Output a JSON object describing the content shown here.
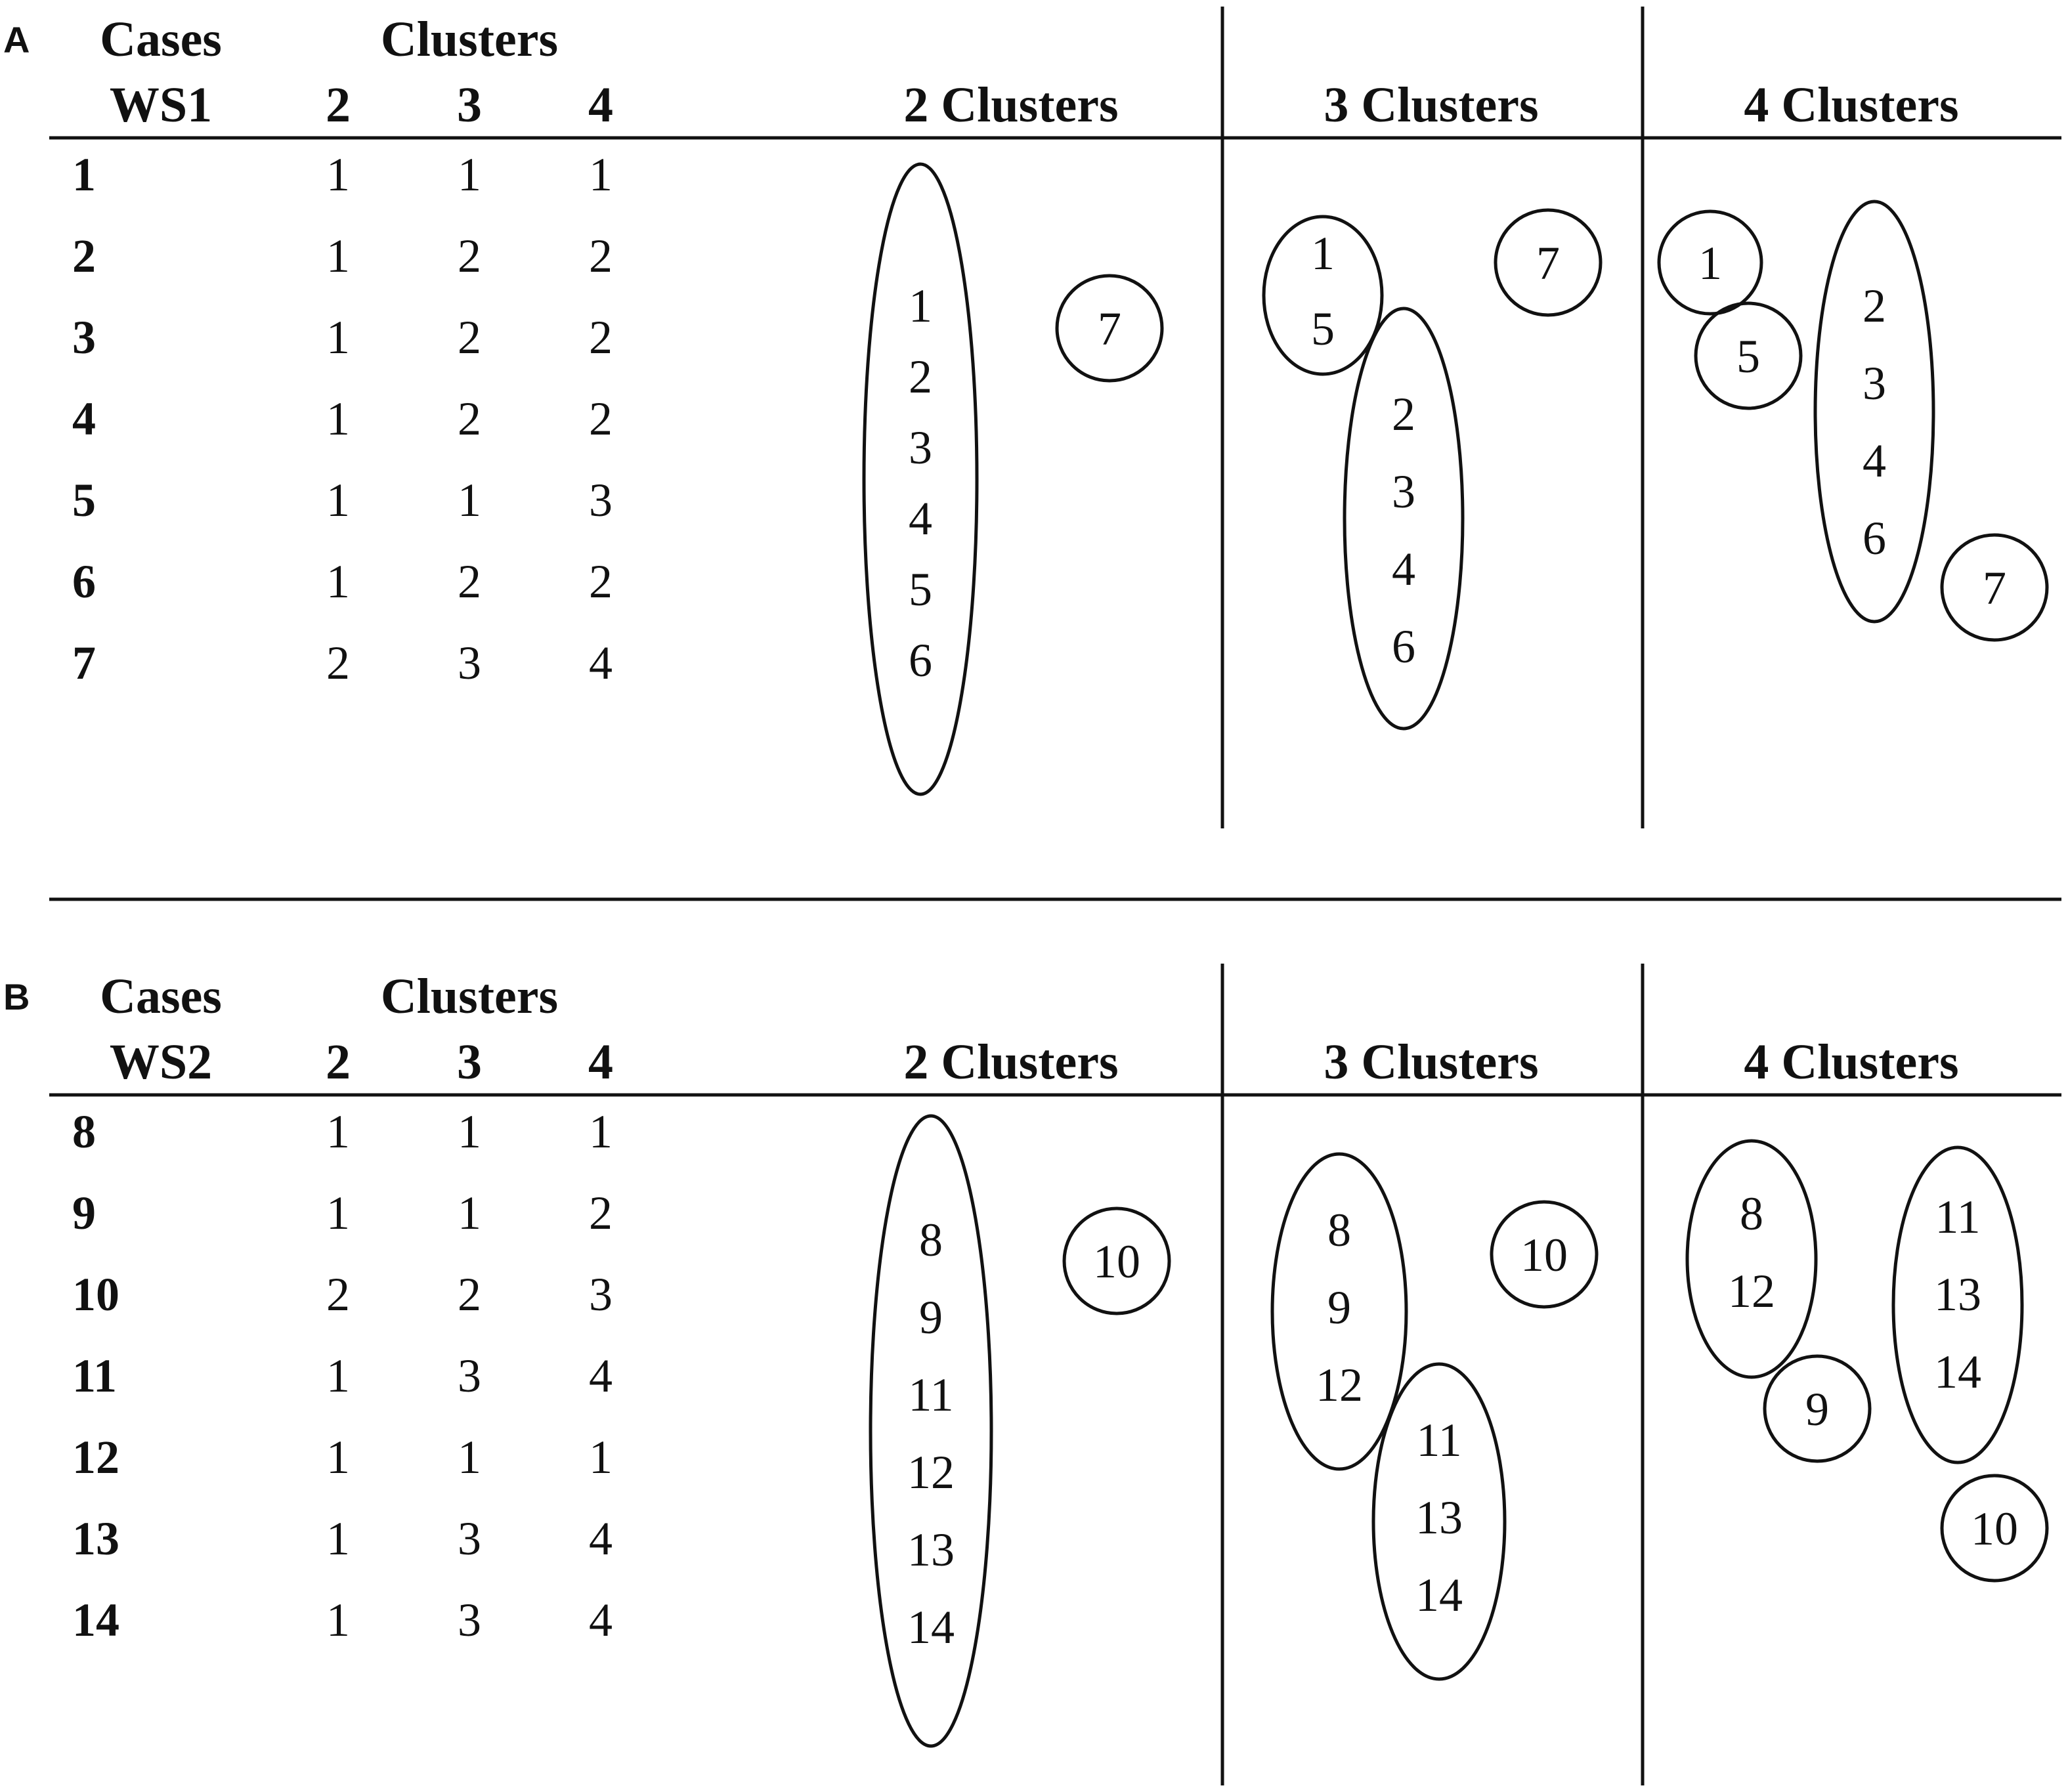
{
  "panels": [
    {
      "letter": "A",
      "cases_label": "Cases",
      "ws_label": "WS1",
      "clusters_label": "Clusters",
      "cluster_cols": [
        "2",
        "3",
        "4"
      ],
      "diagram_titles": [
        "2 Clusters",
        "3 Clusters",
        "4 Clusters"
      ],
      "rows": [
        {
          "case": "1",
          "vals": [
            "1",
            "1",
            "1"
          ]
        },
        {
          "case": "2",
          "vals": [
            "1",
            "2",
            "2"
          ]
        },
        {
          "case": "3",
          "vals": [
            "1",
            "2",
            "2"
          ]
        },
        {
          "case": "4",
          "vals": [
            "1",
            "2",
            "2"
          ]
        },
        {
          "case": "5",
          "vals": [
            "1",
            "1",
            "3"
          ]
        },
        {
          "case": "6",
          "vals": [
            "1",
            "2",
            "2"
          ]
        },
        {
          "case": "7",
          "vals": [
            "2",
            "3",
            "4"
          ]
        }
      ],
      "diagrams": [
        [
          [
            "1",
            "2",
            "3",
            "4",
            "5",
            "6"
          ],
          [
            "7"
          ]
        ],
        [
          [
            "1",
            "5"
          ],
          [
            "7"
          ],
          [
            "2",
            "3",
            "4",
            "6"
          ]
        ],
        [
          [
            "1"
          ],
          [
            "5"
          ],
          [
            "2",
            "3",
            "4",
            "6"
          ],
          [
            "7"
          ]
        ]
      ]
    },
    {
      "letter": "B",
      "cases_label": "Cases",
      "ws_label": "WS2",
      "clusters_label": "Clusters",
      "cluster_cols": [
        "2",
        "3",
        "4"
      ],
      "diagram_titles": [
        "2 Clusters",
        "3 Clusters",
        "4 Clusters"
      ],
      "rows": [
        {
          "case": "8",
          "vals": [
            "1",
            "1",
            "1"
          ]
        },
        {
          "case": "9",
          "vals": [
            "1",
            "1",
            "2"
          ]
        },
        {
          "case": "10",
          "vals": [
            "2",
            "2",
            "3"
          ]
        },
        {
          "case": "11",
          "vals": [
            "1",
            "3",
            "4"
          ]
        },
        {
          "case": "12",
          "vals": [
            "1",
            "1",
            "1"
          ]
        },
        {
          "case": "13",
          "vals": [
            "1",
            "3",
            "4"
          ]
        },
        {
          "case": "14",
          "vals": [
            "1",
            "3",
            "4"
          ]
        }
      ],
      "diagrams": [
        [
          [
            "8",
            "9",
            "11",
            "12",
            "13",
            "14"
          ],
          [
            "10"
          ]
        ],
        [
          [
            "8",
            "9",
            "12"
          ],
          [
            "10"
          ],
          [
            "11",
            "13",
            "14"
          ]
        ],
        [
          [
            "8",
            "12"
          ],
          [
            "11",
            "13",
            "14"
          ],
          [
            "9"
          ],
          [
            "10"
          ]
        ]
      ]
    }
  ]
}
